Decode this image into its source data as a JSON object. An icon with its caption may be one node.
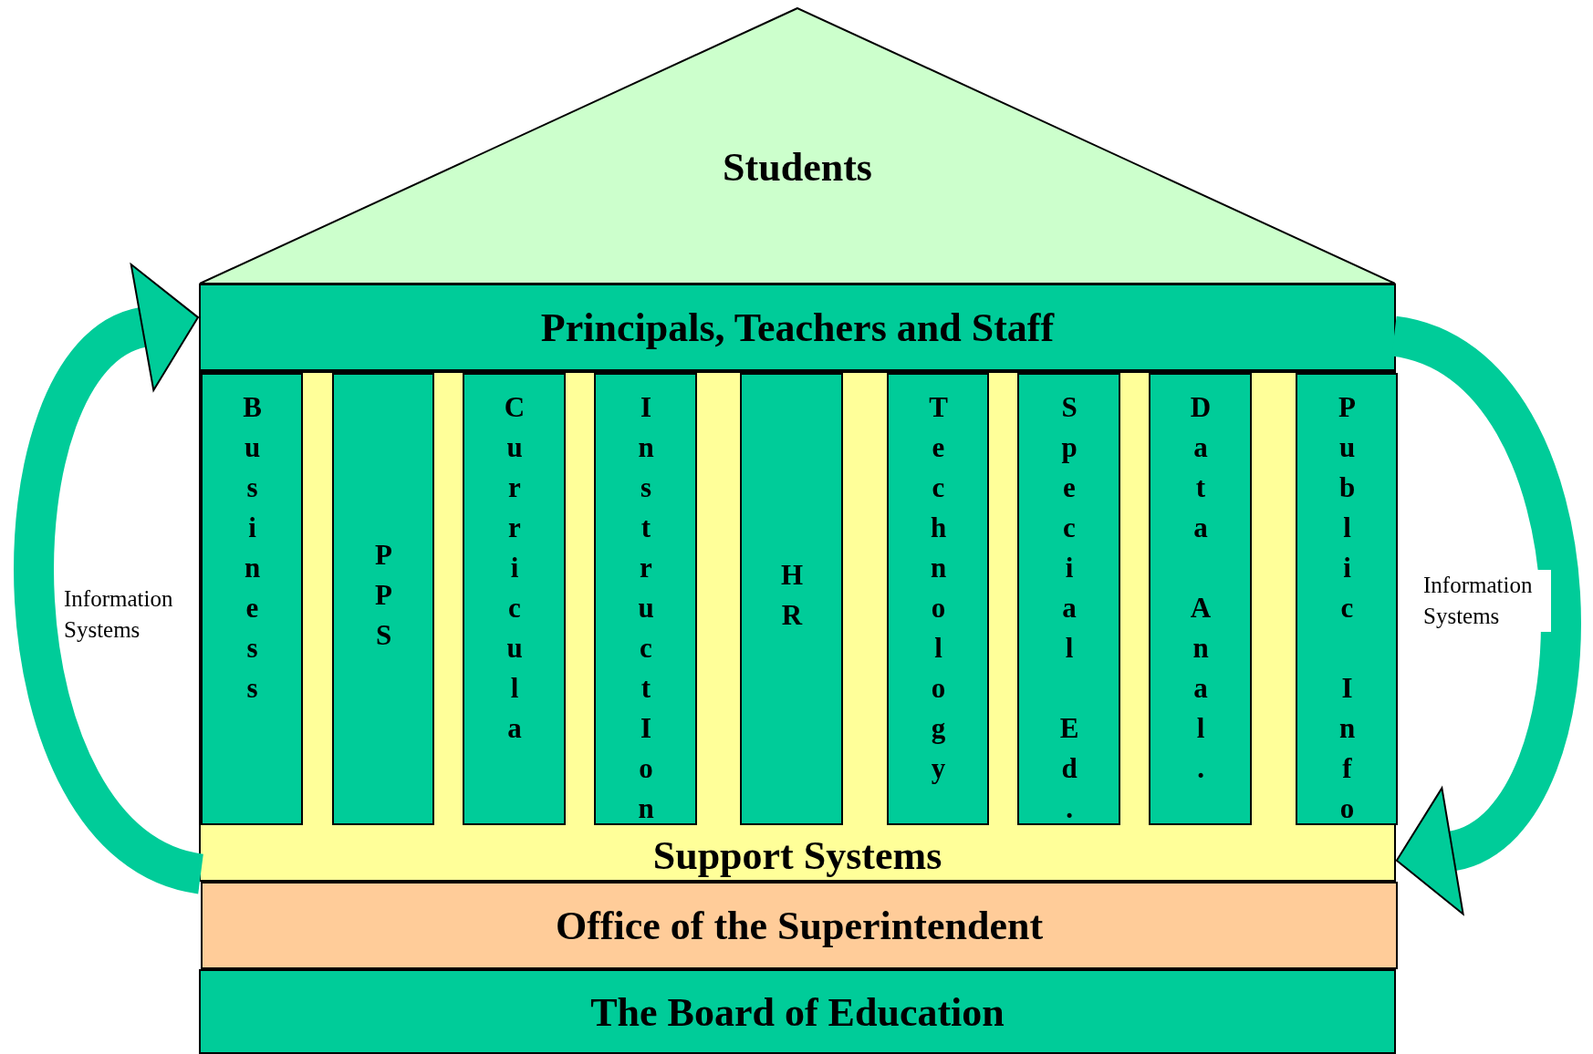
{
  "diagram": {
    "nodes": [
      {
        "text": [
          "Students"
        ]
      },
      {
        "text": [
          "Principals, Teachers and Staff"
        ]
      },
      {
        "text": [
          "Support Systems"
        ]
      },
      {
        "text": [
          "Business"
        ],
        "in": 2
      },
      {
        "text": [
          "PPS"
        ],
        "in": 2
      },
      {
        "text": [
          "Curricula"
        ],
        "in": 2
      },
      {
        "text": [
          "InstructIon"
        ],
        "in": 2
      },
      {
        "text": [
          "HR"
        ],
        "in": 2
      },
      {
        "text": [
          "Technology"
        ],
        "in": 2
      },
      {
        "text": [
          "Special Ed."
        ],
        "in": 2
      },
      {
        "text": [
          "Data Anal."
        ],
        "in": 2
      },
      {
        "text": [
          "Public Info"
        ],
        "in": 2
      },
      {
        "text": [
          "Office of the Superintendent"
        ]
      },
      {
        "text": [
          "The Board of Education"
        ]
      }
    ],
    "edges": [
      {
        "from": 2,
        "to": 1,
        "arrow": "to",
        "label": "Information Systems"
      },
      {
        "from": 1,
        "to": 2,
        "arrow": "to",
        "label": "Information Systems"
      }
    ]
  }
}
